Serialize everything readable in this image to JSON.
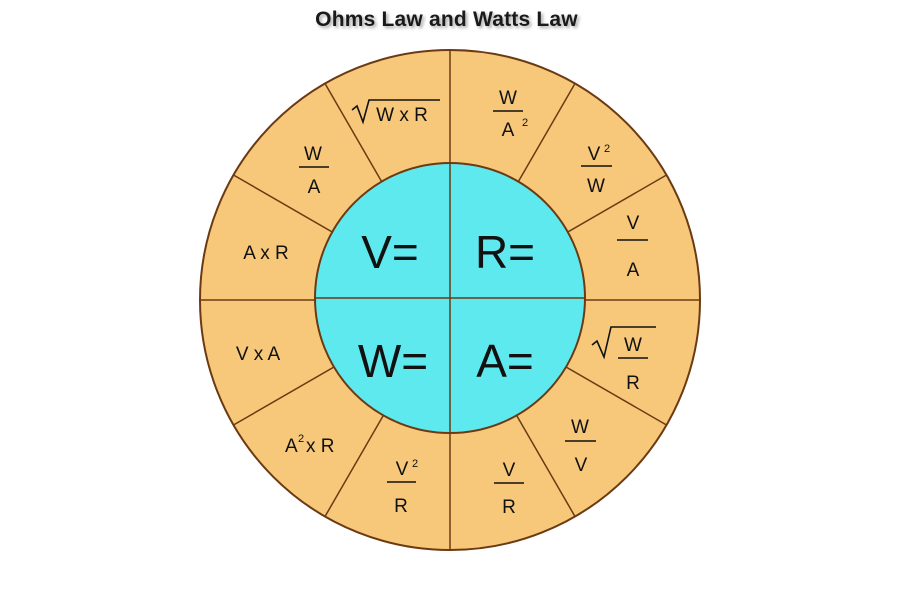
{
  "title": "Ohms Law and Watts Law",
  "colors": {
    "outer_ring": "#f7c87a",
    "inner_circle": "#5ee9ee",
    "outline": "#6b3a12"
  },
  "quadrants": {
    "voltage": {
      "label": "V=",
      "formulas": {
        "sqrt_w_times_r": "W x R",
        "w_over_a": [
          "W",
          "A"
        ],
        "a_times_r": "A x R"
      }
    },
    "resistance": {
      "label": "R=",
      "formulas": {
        "w_over_a2": [
          "W",
          "A"
        ],
        "v2_over_w": [
          "V",
          "W"
        ],
        "v_over_a": [
          "V",
          "A"
        ]
      }
    },
    "power": {
      "label": "W=",
      "formulas": {
        "v_times_a": "V x A",
        "a2_times_r": [
          "A",
          "x R"
        ],
        "v2_over_r": [
          "V",
          "R"
        ]
      }
    },
    "current": {
      "label": "A=",
      "formulas": {
        "sqrt_w_over_r": [
          "W",
          "R"
        ],
        "w_over_v": [
          "W",
          "V"
        ],
        "v_over_r": [
          "V",
          "R"
        ]
      }
    }
  },
  "exponent": "2"
}
